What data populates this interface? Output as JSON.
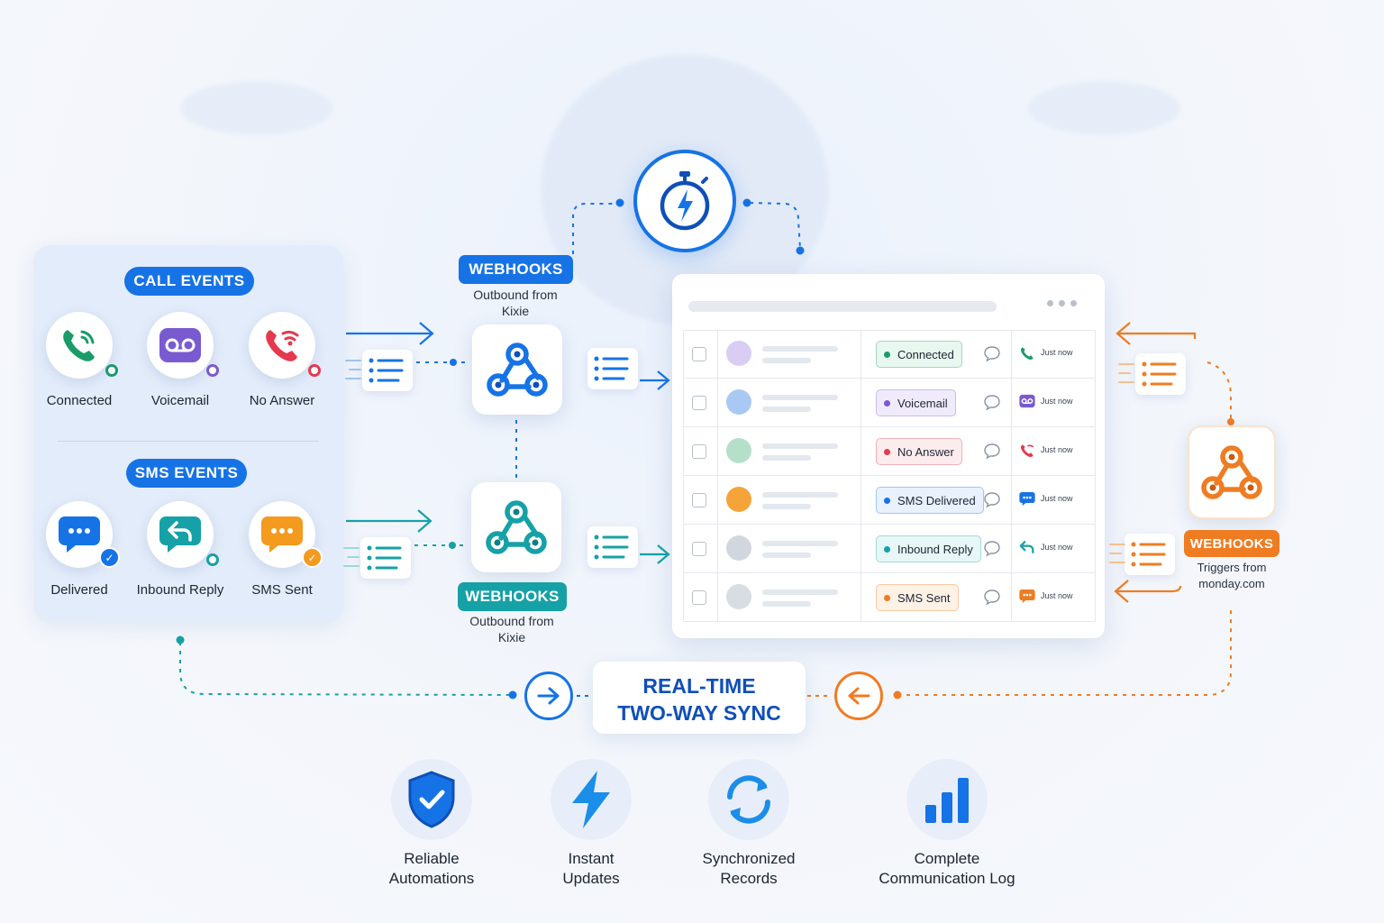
{
  "call_events": {
    "title": "CALL EVENTS",
    "items": [
      {
        "label": "Connected",
        "icon": "phone-ringing-icon",
        "color": "#1a9c6a"
      },
      {
        "label": "Voicemail",
        "icon": "voicemail-icon",
        "color": "#7a5ad1"
      },
      {
        "label": "No Answer",
        "icon": "missed-call-icon",
        "color": "#e5394d"
      }
    ]
  },
  "sms_events": {
    "title": "SMS EVENTS",
    "items": [
      {
        "label": "Delivered",
        "icon": "chat-bubble-icon",
        "color": "#1673e6"
      },
      {
        "label": "Inbound Reply",
        "icon": "reply-icon",
        "color": "#16a1a6"
      },
      {
        "label": "SMS Sent",
        "icon": "chat-bubble-icon",
        "color": "#f39a1f"
      }
    ]
  },
  "webhooks_top": {
    "tag": "WEBHOOKS",
    "sub_line1": "Outbound from",
    "sub_line2": "Kixie",
    "color": "#1673e6"
  },
  "webhooks_bottom": {
    "tag": "WEBHOOKS",
    "sub_line1": "Outbound from",
    "sub_line2": "Kixie",
    "color": "#16a1a6"
  },
  "webhooks_right": {
    "tag": "WEBHOOKS",
    "sub_line1": "Triggers from",
    "sub_line2": "monday.com",
    "color": "#f07c22"
  },
  "table": {
    "rows": [
      {
        "status": "Connected",
        "status_color": "#1a9c6a",
        "status_bg": "#e8f7ef",
        "avatar_color": "#d9cdf6",
        "time": "Just now",
        "icon": "phone-icon"
      },
      {
        "status": "Voicemail",
        "status_color": "#7a5ad1",
        "status_bg": "#f0ebfb",
        "avatar_color": "#a9c9f4",
        "time": "Just now",
        "icon": "voicemail-icon"
      },
      {
        "status": "No Answer",
        "status_color": "#e5394d",
        "status_bg": "#fdecee",
        "avatar_color": "#b5dfca",
        "time": "Just now",
        "icon": "missed-call-icon"
      },
      {
        "status": "SMS Delivered",
        "status_color": "#1673e6",
        "status_bg": "#e8f1fd",
        "avatar_color": "#f5a43a",
        "time": "Just now",
        "icon": "chat-bubble-icon"
      },
      {
        "status": "Inbound Reply",
        "status_color": "#16a1a6",
        "status_bg": "#e7f6f6",
        "avatar_color": "#d2d6de",
        "time": "Just now",
        "icon": "reply-icon"
      },
      {
        "status": "SMS Sent",
        "status_color": "#f07c22",
        "status_bg": "#fef1e5",
        "avatar_color": "#d8dce3",
        "time": "Just now",
        "icon": "chat-bubble-icon"
      }
    ]
  },
  "sync": {
    "line1": "REAL-TIME",
    "line2": "TWO-WAY SYNC"
  },
  "features": [
    {
      "line1": "Reliable",
      "line2": "Automations",
      "icon": "shield-check-icon"
    },
    {
      "line1": "Instant",
      "line2": "Updates",
      "icon": "lightning-icon"
    },
    {
      "line1": "Synchronized",
      "line2": "Records",
      "icon": "sync-icon"
    },
    {
      "line1": "Complete",
      "line2": "Communication Log",
      "icon": "bar-chart-icon"
    }
  ],
  "colors": {
    "blue": "#1673e6",
    "dark_blue": "#0f4fb8",
    "teal": "#16a1a6",
    "orange": "#f07c22"
  }
}
